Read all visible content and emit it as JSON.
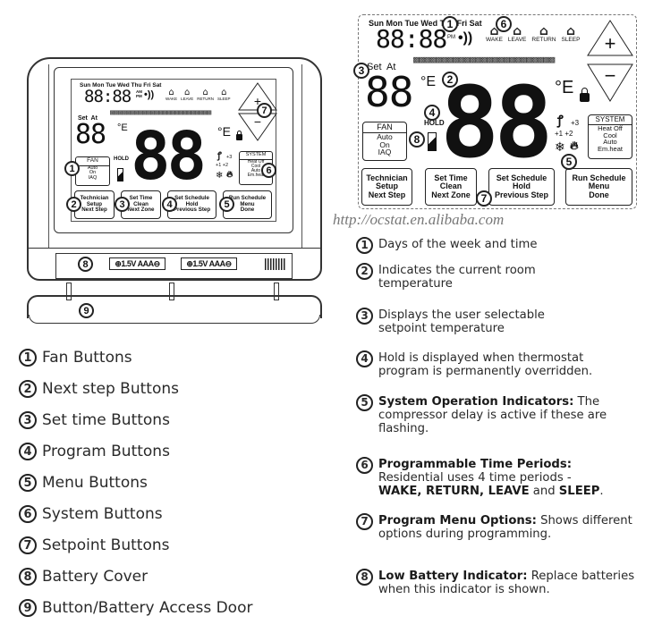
{
  "device_left": {
    "days": "Sun Mon Tue Wed Thu Fri Sat",
    "clock": "88:88",
    "am": "AM",
    "pm": "PM",
    "periods": [
      "WAKE",
      "LEAVE",
      "RETURN",
      "SLEEP"
    ],
    "set_at": "Set  At",
    "setpoint_digits": "88",
    "unit": "°E",
    "main_digits": "88",
    "hold": "HOLD",
    "fan_title": "FAN",
    "fan_options": [
      "Auto",
      "On",
      "IAQ"
    ],
    "fan_stages": [
      "+3",
      "+1 +2"
    ],
    "system_title": "SYSTEM",
    "system_options": [
      "Heat Off",
      "Cool",
      "Auto",
      "Em.heat"
    ],
    "buttons": [
      {
        "lines": [
          "Technician",
          "Setup",
          "Next Step"
        ]
      },
      {
        "lines": [
          "Set Time",
          "Clean",
          "Next Zone"
        ]
      },
      {
        "lines": [
          "Set Schedule",
          "Hold",
          "Previous Step"
        ]
      },
      {
        "lines": [
          "Run Schedule",
          "Menu",
          "Done"
        ]
      }
    ],
    "setpoint_up": "+",
    "setpoint_down": "−",
    "battery_label": "⊕1.5V AAA⊖",
    "callouts": [
      "1",
      "2",
      "3",
      "4",
      "5",
      "6",
      "7",
      "8",
      "9"
    ]
  },
  "device_right": {
    "days": "Sun Mon Tue Wed Thu Fri Sat",
    "clock": "88:88",
    "pm": "PM",
    "periods": [
      "WAKE",
      "LEAVE",
      "RETURN",
      "SLEEP"
    ],
    "set_at": "Set  At",
    "setpoint_digits": "88",
    "unit": "°E",
    "main_digits": "88",
    "hold": "HOLD",
    "fan_title": "FAN",
    "fan_options": [
      "Auto",
      "On",
      "IAQ"
    ],
    "fan_stages": [
      "+3",
      "+1 +2"
    ],
    "system_title": "SYSTEM",
    "system_options": [
      "Heat Off",
      "Cool",
      "Auto",
      "Em.heat"
    ],
    "buttons": [
      {
        "lines": [
          "Technician",
          "Setup",
          "Next Step"
        ]
      },
      {
        "lines": [
          "Set Time",
          "Clean",
          "Next Zone"
        ]
      },
      {
        "lines": [
          "Set Schedule",
          "Hold",
          "Previous Step"
        ]
      },
      {
        "lines": [
          "Run Schedule",
          "Menu",
          "Done"
        ]
      }
    ],
    "setpoint_up": "+",
    "setpoint_down": "−",
    "callouts": [
      "1",
      "2",
      "3",
      "4",
      "5",
      "6",
      "7",
      "8"
    ]
  },
  "watermark": "http://ocstat.en.alibaba.com",
  "button_legend": [
    {
      "num": "1",
      "label": "Fan Buttons"
    },
    {
      "num": "2",
      "label": "Next step Buttons"
    },
    {
      "num": "3",
      "label": "Set time Buttons"
    },
    {
      "num": "4",
      "label": "Program Buttons"
    },
    {
      "num": "5",
      "label": "Menu Buttons"
    },
    {
      "num": "6",
      "label": "System Buttons"
    },
    {
      "num": "7",
      "label": "Setpoint Buttons"
    },
    {
      "num": "8",
      "label": "Battery Cover"
    },
    {
      "num": "9",
      "label": "Button/Battery Access Door"
    }
  ],
  "display_legend": [
    {
      "num": "1",
      "bold": "",
      "text": "Days of the week and time"
    },
    {
      "num": "2",
      "bold": "",
      "text": "Indicates the current room temperature"
    },
    {
      "num": "3",
      "bold": "",
      "text": "Displays the user selectable setpoint temperature"
    },
    {
      "num": "4",
      "bold": "",
      "text": "Hold is displayed when thermostat program is permanently overridden."
    },
    {
      "num": "5",
      "bold": "System Operation Indicators:",
      "text": " The compressor delay is active if these are flashing."
    },
    {
      "num": "6",
      "bold": "Programmable Time Periods:",
      "text": " Residential uses 4 time periods - ",
      "bold2": "WAKE, RETURN, LEAVE",
      "text2": " and ",
      "bold3": "SLEEP",
      "text3": "."
    },
    {
      "num": "7",
      "bold": "Program Menu Options:",
      "text": " Shows different options during programming."
    },
    {
      "num": "8",
      "bold": "Low Battery Indicator:",
      "text": " Replace batteries when this indicator is shown."
    }
  ]
}
